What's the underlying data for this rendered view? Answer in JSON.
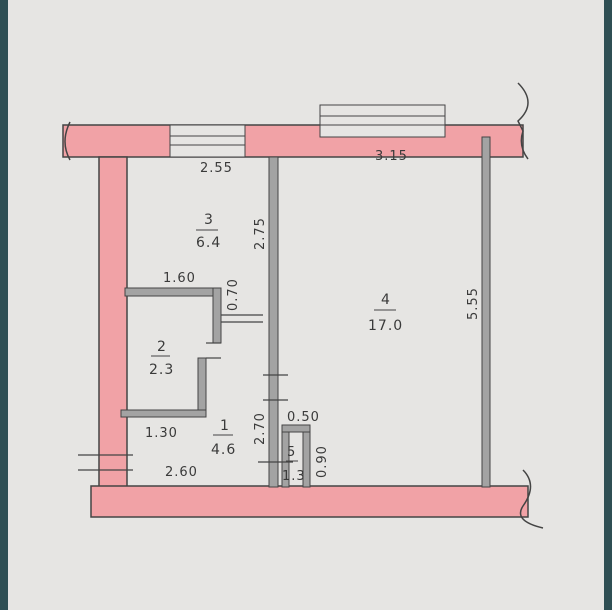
{
  "rooms": [
    {
      "number": "1",
      "area": "4.6"
    },
    {
      "number": "2",
      "area": "2.3"
    },
    {
      "number": "3",
      "area": "6.4"
    },
    {
      "number": "4",
      "area": "17.0"
    },
    {
      "number": "5",
      "area": "1.3"
    }
  ],
  "dimensions": {
    "top_left": "2.55",
    "top_right": "3.15",
    "room3_height": "2.75",
    "room4_height": "5.55",
    "room2_top": "1.60",
    "room2_step": "0.70",
    "room2_bottom": "1.30",
    "corridor_bottom": "2.60",
    "corridor_height": "2.70",
    "bath_width": "0.50",
    "bath_height": "0.90"
  },
  "colors": {
    "paper": "#e6e5e3",
    "exterior_wall": "#f1a2a6",
    "interior_wall": "#9c9c9c",
    "line": "#444444"
  }
}
